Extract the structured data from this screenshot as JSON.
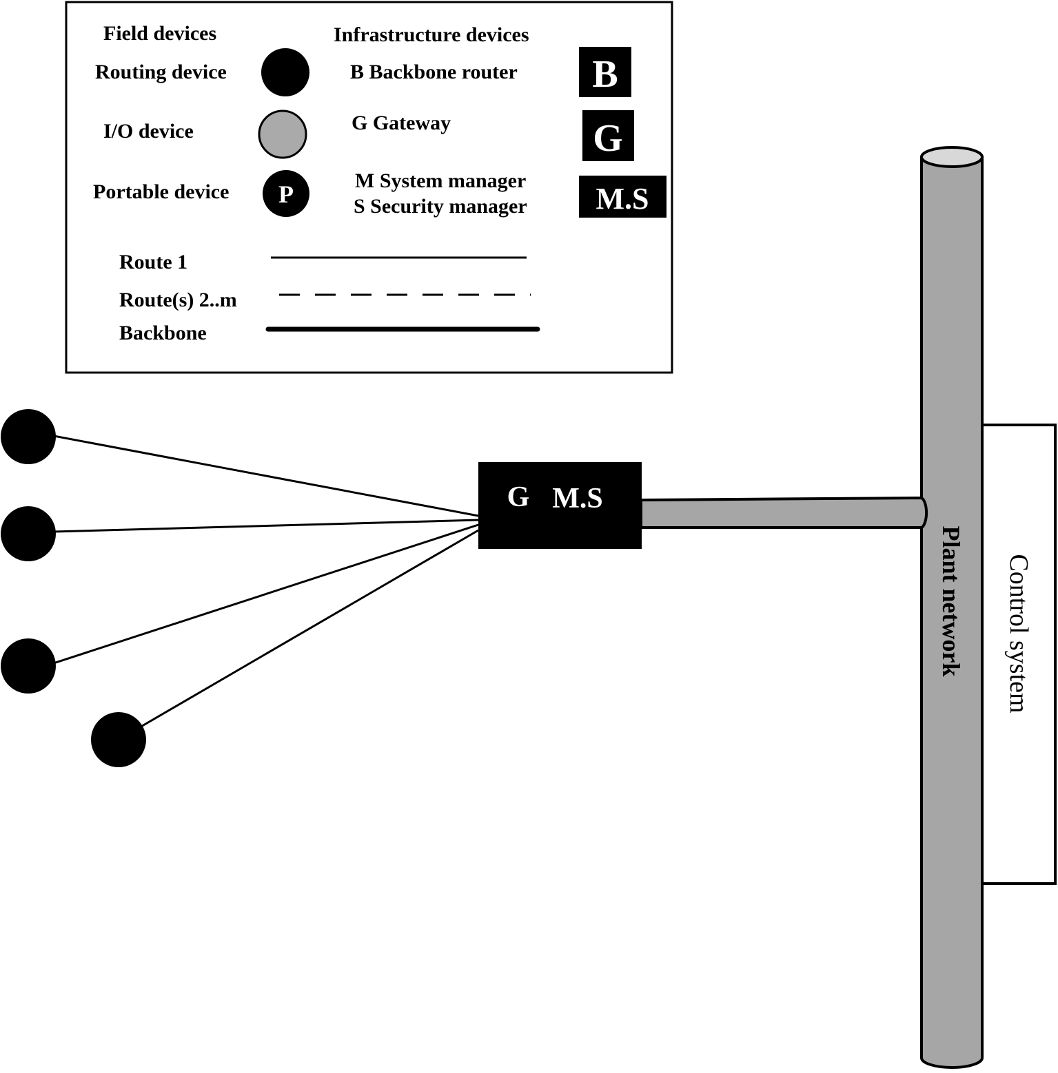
{
  "legend": {
    "field_heading": "Field devices",
    "infra_heading": "Infrastructure devices",
    "routing_device": "Routing device",
    "io_device": "I/O device",
    "portable_device": "Portable device",
    "portable_icon_letter": "P",
    "backbone_router": "B Backbone router",
    "backbone_router_icon": "B",
    "gateway": "G Gateway",
    "gateway_icon": "G",
    "system_manager": "M System manager",
    "security_manager": "S Security manager",
    "ms_icon": "M.S",
    "route1": "Route 1",
    "routes2m": "Route(s) 2..m",
    "backbone": "Backbone"
  },
  "network": {
    "gateway_label_g": "G",
    "gateway_label_ms": "M.S",
    "plant_network": "Plant network",
    "control_system": "Control system"
  },
  "colors": {
    "device_black": "#000000",
    "io_gray": "#aaaaaa",
    "pipe_gray": "#a6a6a6"
  }
}
